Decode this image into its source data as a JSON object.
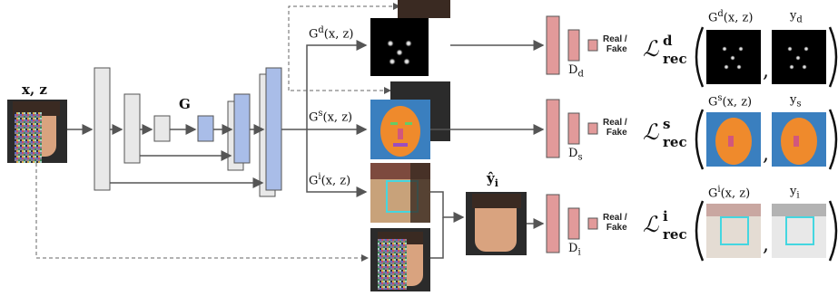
{
  "input": {
    "label": "x, z"
  },
  "generator": {
    "label": "G"
  },
  "outputs": {
    "depth_label": "G",
    "depth_sup": "d",
    "depth_args": "(x, z)",
    "seg_label": "G",
    "seg_sup": "s",
    "seg_args": "(x, z)",
    "img_label": "G",
    "img_sup": "i",
    "img_args": "(x, z)"
  },
  "yhat": {
    "label": "ŷ",
    "sub": "i"
  },
  "discriminators": [
    {
      "label": "D",
      "sub": "d"
    },
    {
      "label": "D",
      "sub": "s"
    },
    {
      "label": "D",
      "sub": "i"
    }
  ],
  "real_fake": {
    "line1": "Real /",
    "line2": "Fake"
  },
  "losses": [
    {
      "symbol": "ℒ",
      "sup": "d",
      "sub": "rec",
      "left": "G",
      "left_sup": "d",
      "left_args": "(x, z)",
      "right": "y",
      "right_sub": "d"
    },
    {
      "symbol": "ℒ",
      "sup": "s",
      "sub": "rec",
      "left": "G",
      "left_sup": "s",
      "left_args": "(x, z)",
      "right": "y",
      "right_sub": "s"
    },
    {
      "symbol": "ℒ",
      "sup": "i",
      "sub": "rec",
      "left": "G",
      "left_sup": "i",
      "left_args": "(x, z)",
      "right": "y",
      "right_sub": "i"
    }
  ],
  "colors": {
    "encoder_block": "#e8e8e8",
    "decoder_block": "#a9bde8",
    "discriminator": "#e29a9a",
    "arrow": "#555555",
    "seg_face": "#ef8a2c",
    "seg_bg": "#3a7fbf",
    "bbox": "#44d6e0"
  }
}
